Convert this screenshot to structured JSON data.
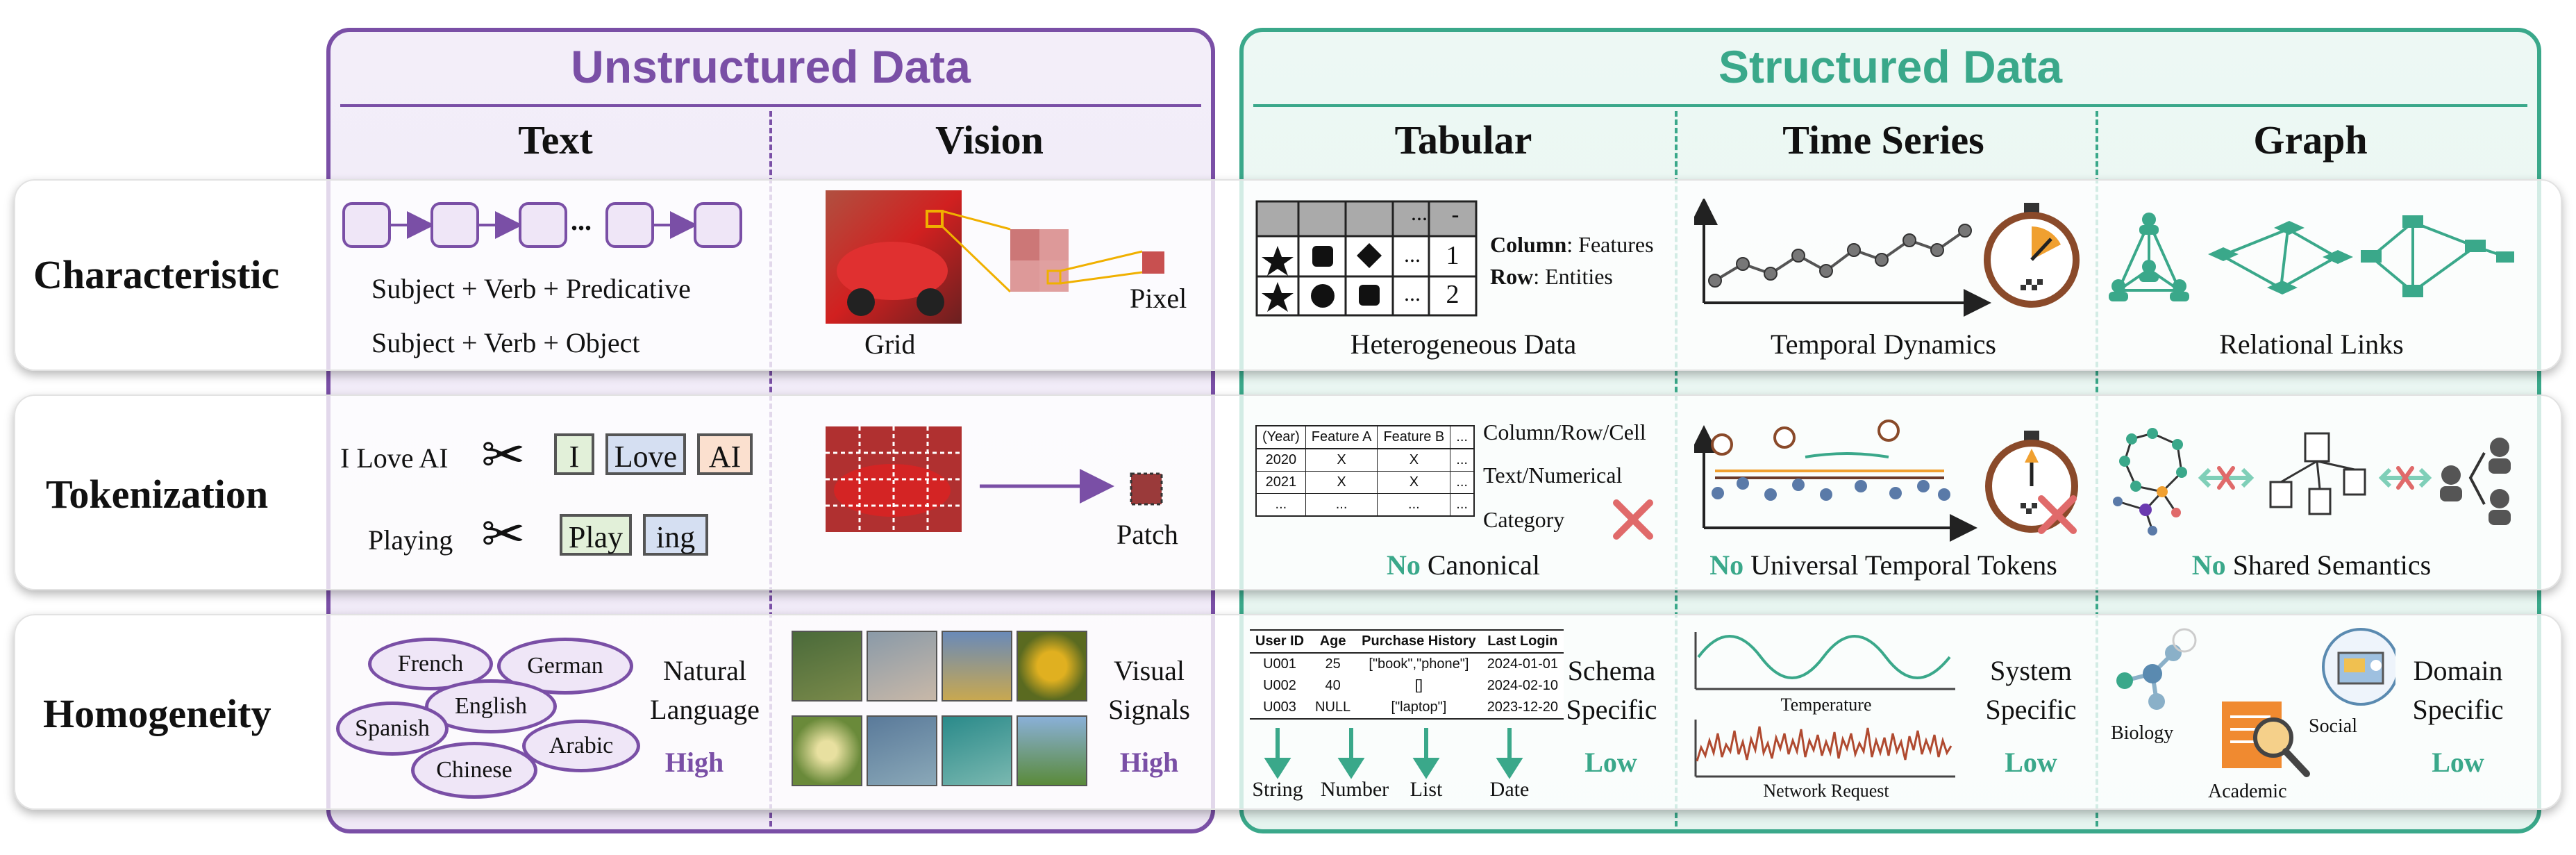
{
  "headers": {
    "unstructured": "Unstructured Data",
    "structured": "Structured Data"
  },
  "columns": [
    "Text",
    "Vision",
    "Tabular",
    "Time Series",
    "Graph"
  ],
  "rows": [
    "Characteristic",
    "Tokenization",
    "Homogeneity"
  ],
  "characteristic": {
    "text_line1": "Subject + Verb + Predicative",
    "text_line2": "Subject + Verb + Object",
    "text_ellipsis": "...",
    "vision_grid": "Grid",
    "vision_pixel": "Pixel",
    "tab_cells": [
      "...",
      "-",
      "...",
      "1",
      "...",
      "2"
    ],
    "tab_column_bold": "Column",
    "tab_column_rest": ": Features",
    "tab_row_bold": "Row",
    "tab_row_rest": ": Entities",
    "tab_caption": "Heterogeneous Data",
    "ts_caption": "Temporal Dynamics",
    "graph_caption": "Relational Links"
  },
  "tokenization": {
    "phrase1": "I Love AI",
    "tokens1": [
      "I",
      "Love",
      "AI"
    ],
    "phrase2": "Playing",
    "tokens2": [
      "Play",
      "ing"
    ],
    "patch": "Patch",
    "table_header": [
      "(Year)",
      "Feature A",
      "Feature B",
      "..."
    ],
    "table_rows": [
      [
        "2020",
        "X",
        "X",
        "..."
      ],
      [
        "2021",
        "X",
        "X",
        "..."
      ],
      [
        "...",
        "...",
        "...",
        "..."
      ]
    ],
    "tab_labels": [
      "Column/Row/Cell",
      "Text/Numerical",
      "Category"
    ],
    "tab_no": "No",
    "tab_caption": "Canonical",
    "ts_no": "No",
    "ts_caption": "Universal Temporal Tokens",
    "graph_no": "No",
    "graph_caption": "Shared Semantics"
  },
  "homogeneity": {
    "languages": [
      "French",
      "German",
      "English",
      "Spanish",
      "Arabic",
      "Chinese"
    ],
    "text_label1": "Natural",
    "text_label2": "Language",
    "text_level": "High",
    "vision_label1": "Visual",
    "vision_label2": "Signals",
    "vision_level": "High",
    "schema_header": [
      "User ID",
      "Age",
      "Purchase History",
      "Last Login"
    ],
    "schema_rows": [
      [
        "U001",
        "25",
        "[\"book\",\"phone\"]",
        "2024-01-01"
      ],
      [
        "U002",
        "40",
        "[]",
        "2024-02-10"
      ],
      [
        "U003",
        "NULL",
        "[\"laptop\"]",
        "2023-12-20"
      ]
    ],
    "schema_types": [
      "String",
      "Number",
      "List",
      "Date"
    ],
    "tab_label1": "Schema",
    "tab_label2": "Specific",
    "tab_level": "Low",
    "ts_temperature": "Temperature",
    "ts_network": "Network Request",
    "ts_label1": "System",
    "ts_label2": "Specific",
    "ts_level": "Low",
    "graph_biology": "Biology",
    "graph_social": "Social",
    "graph_academic": "Academic",
    "graph_label1": "Domain",
    "graph_label2": "Specific",
    "graph_level": "Low"
  },
  "colors": {
    "unstructured": "#7a4fa6",
    "structured": "#3aa88a",
    "cross": "#e06a6a",
    "orange": "#f0a030"
  }
}
